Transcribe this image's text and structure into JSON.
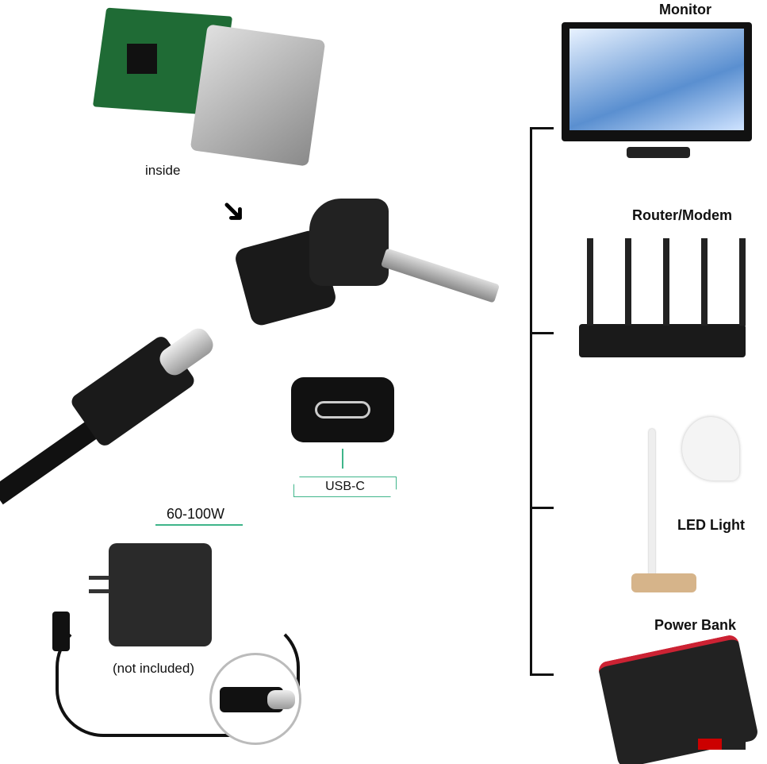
{
  "labels": {
    "inside": "inside",
    "usb_c": "USB-C",
    "wattage": "60-100W",
    "not_included": "(not included)"
  },
  "devices": [
    {
      "label": "Monitor"
    },
    {
      "label": "Router/Modem"
    },
    {
      "label": "LED Light"
    },
    {
      "label": "Power Bank"
    }
  ],
  "colors": {
    "accent": "#3fb58a",
    "pcb": "#1f6b35",
    "connector": "#1a1a1a"
  }
}
